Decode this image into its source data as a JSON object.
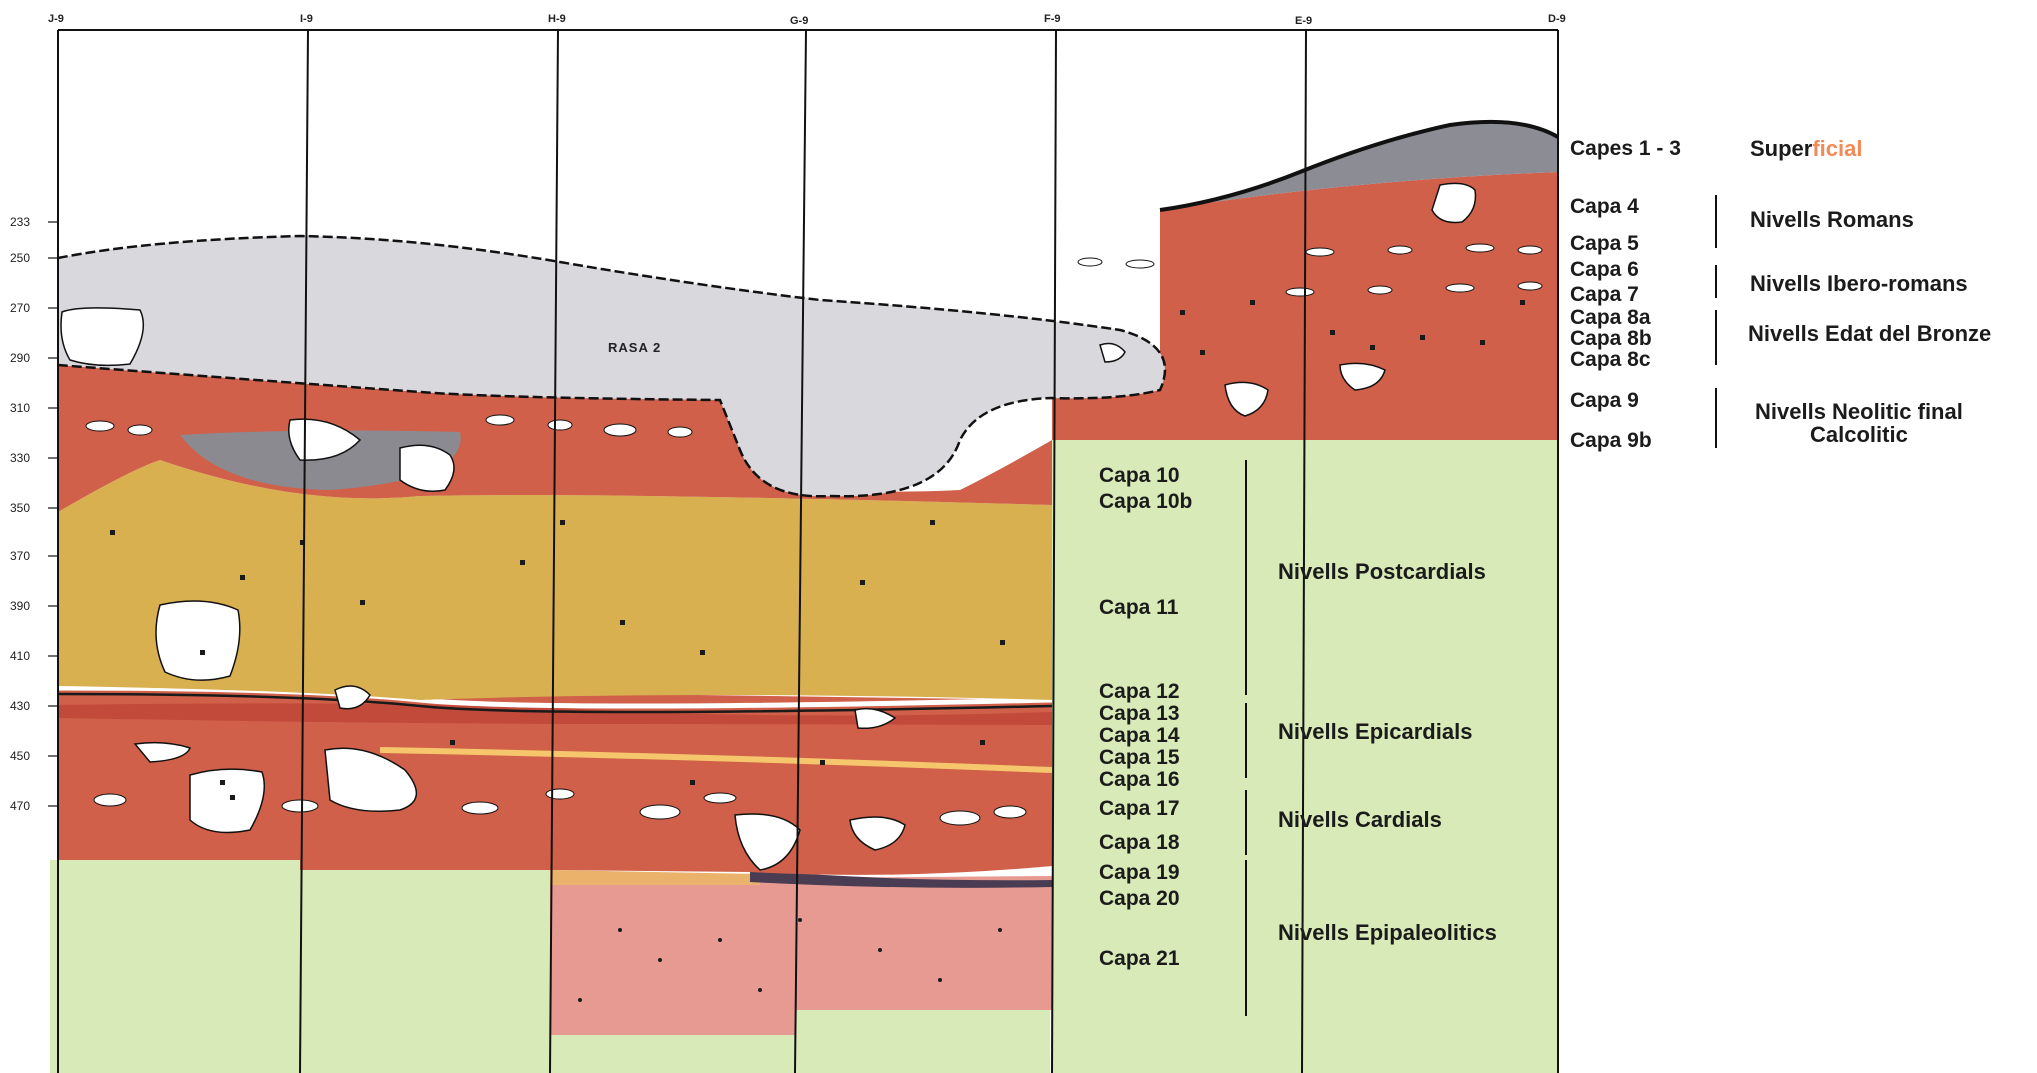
{
  "figure": {
    "grid_columns": [
      "J-9",
      "I-9",
      "H-9",
      "G-9",
      "F-9",
      "E-9",
      "D-9"
    ],
    "depth_ticks": [
      "233",
      "250",
      "270",
      "290",
      "310",
      "330",
      "350",
      "370",
      "390",
      "410",
      "430",
      "450",
      "470"
    ],
    "trench_label": "RASA 2",
    "layers": [
      {
        "label": "Capes 1 - 3"
      },
      {
        "label": "Capa 4"
      },
      {
        "label": "Capa 5"
      },
      {
        "label": "Capa 6"
      },
      {
        "label": "Capa 7"
      },
      {
        "label": "Capa 8a"
      },
      {
        "label": "Capa 8b"
      },
      {
        "label": "Capa 8c"
      },
      {
        "label": "Capa 9"
      },
      {
        "label": "Capa 9b"
      },
      {
        "label": "Capa 10"
      },
      {
        "label": "Capa 10b"
      },
      {
        "label": "Capa 11"
      },
      {
        "label": "Capa 12"
      },
      {
        "label": "Capa 13"
      },
      {
        "label": "Capa 14"
      },
      {
        "label": "Capa 15"
      },
      {
        "label": "Capa 16"
      },
      {
        "label": "Capa 17"
      },
      {
        "label": "Capa 18"
      },
      {
        "label": "Capa 19"
      },
      {
        "label": "Capa 20"
      },
      {
        "label": "Capa 21"
      }
    ],
    "groups": {
      "superficial_a": "Super",
      "superficial_b": "ficial",
      "romans": "Nivells Romans",
      "ibero": "Nivells Ibero-romans",
      "bronze": "Nivells Edat del Bronze",
      "neolitic_line1": "Nivells Neolitic final",
      "neolitic_line2": "Calcolitic",
      "postcardials": "Nivells Postcardials",
      "epicardials": "Nivells Epicardials",
      "cardials": "Nivells Cardials",
      "epipaleolitics": "Nivells Epipaleolitics"
    },
    "colors": {
      "superficial": "#8c8c94",
      "trench_fill": "#d9d8dd",
      "red_layers": "#d0604a",
      "ochre_layer": "#d9b04f",
      "epipaleolithic": "#e79a92",
      "unexcavated": "#d7eab8",
      "stones": "#ffffff"
    }
  }
}
